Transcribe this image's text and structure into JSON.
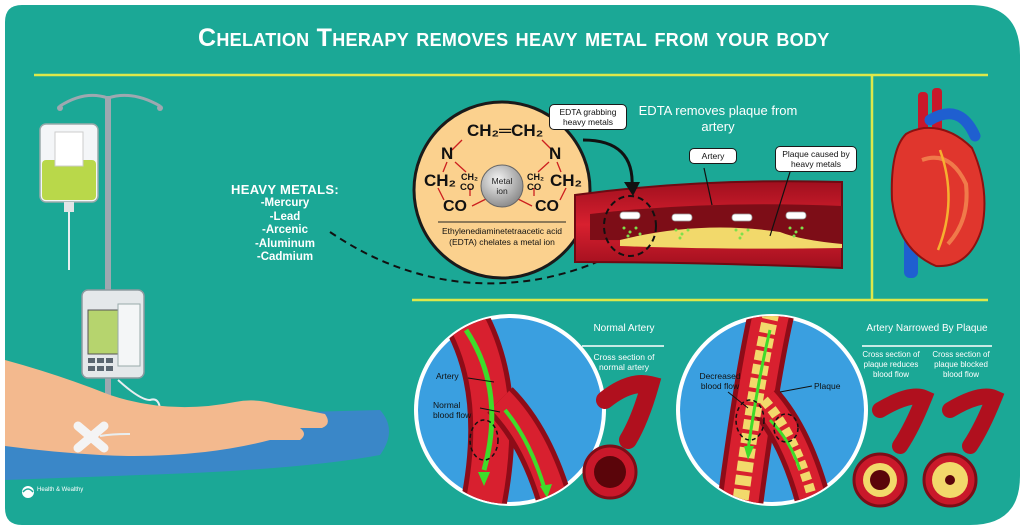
{
  "title": "Chelation Therapy removes heavy metal from your body",
  "heavy_metals": {
    "heading": "HEAVY METALS:",
    "items": [
      "-Mercury",
      "-Lead",
      "-Arcenic",
      "-Aluminum",
      "-Cadmium"
    ]
  },
  "molecule": {
    "top": "CH₂═CH₂",
    "n_left": "N",
    "n_right": "N",
    "ch2_left": "CH₂",
    "ch2_right": "CH₂",
    "ch2_inner_left": "CH₂",
    "ch2_inner_right": "CH₂",
    "co_inner_left": "CO",
    "co_inner_right": "CO",
    "co_left": "CO",
    "co_right": "CO",
    "metal_ion": "Metal ion",
    "caption": "Ethylenediaminetetraacetic acid (EDTA) chelates a metal ion"
  },
  "artery_panel": {
    "edta_grabbing": "EDTA grabbing heavy metals",
    "edta_removes": "EDTA removes plaque from artery",
    "artery_label": "Artery",
    "plaque_label": "Plaque caused by heavy metals"
  },
  "normal_artery": {
    "heading": "Normal Artery",
    "cross_section": "Cross section of normal artery",
    "artery_label": "Artery",
    "flow_label": "Normal blood flow"
  },
  "narrowed_artery": {
    "heading": "Artery Narrowed By Plaque",
    "decreased_flow": "Decreased blood flow",
    "plaque_label": "Plaque",
    "cross_reduces": "Cross section of plaque reduces blood flow",
    "cross_blocked": "Cross section of plaque blocked blood flow"
  },
  "logo_text": "Health & Wealthy",
  "colors": {
    "background": "#1ba896",
    "accent_line": "#dde84a",
    "blood": "#c9182a",
    "plaque": "#f2d96b",
    "molecule_bg": "#fbd18e",
    "flow_arrow": "#3fdc2a",
    "circle_bg": "#3a9fe0"
  }
}
